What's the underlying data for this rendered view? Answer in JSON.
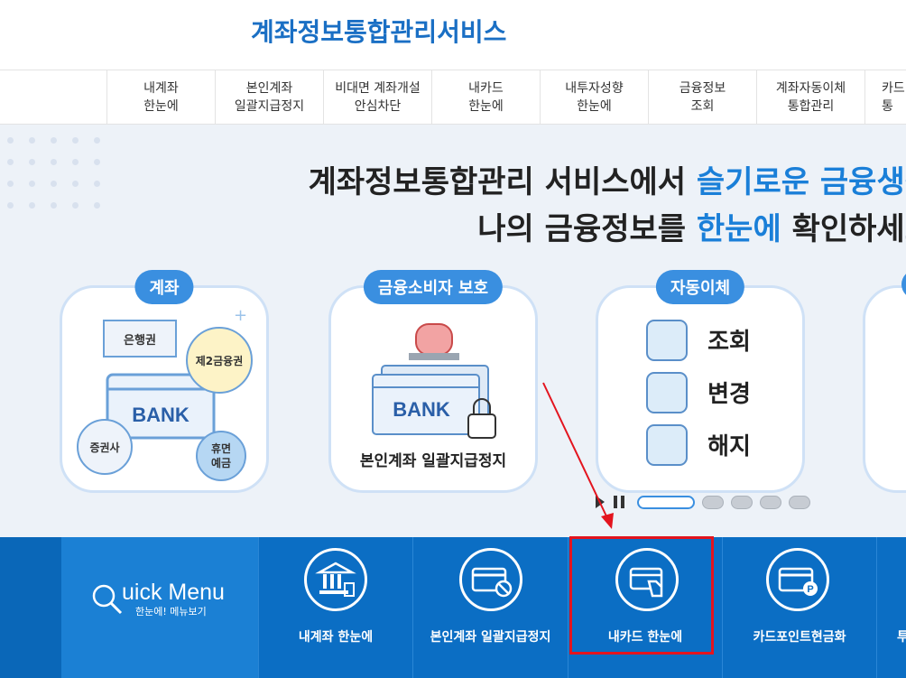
{
  "header": {
    "title": "계좌정보통합관리서비스"
  },
  "nav": {
    "items": [
      {
        "line1": "내계좌",
        "line2": "한눈에"
      },
      {
        "line1": "본인계좌",
        "line2": "일괄지급정지"
      },
      {
        "line1": "비대면 계좌개설",
        "line2": "안심차단"
      },
      {
        "line1": "내카드",
        "line2": "한눈에"
      },
      {
        "line1": "내투자성향",
        "line2": "한눈에"
      },
      {
        "line1": "금융정보",
        "line2": "조회"
      },
      {
        "line1": "계좌자동이체",
        "line2": "통합관리"
      },
      {
        "line1": "카드",
        "line2": "통"
      }
    ]
  },
  "hero": {
    "line1_pre": "계좌정보통합관리 서비스에서 ",
    "line1_hl": "슬기로운 금융생활",
    "line2_pre": "나의 금융정보를 ",
    "line2_hl": "한눈에",
    "line2_post": " 확인하세요",
    "cards": [
      {
        "tag": "계좌",
        "labels": {
          "a": "은행권",
          "b": "제2금융권",
          "c": "BANK",
          "d": "증권사",
          "e": "휴면",
          "f": "예금"
        }
      },
      {
        "tag": "금융소비자 보호",
        "labels": {
          "bank": "BANK",
          "caption": "본인계좌 일괄지급정지"
        }
      },
      {
        "tag": "자동이체",
        "labels": {
          "r1": "조회",
          "r2": "변경",
          "r3": "해지"
        }
      },
      {
        "tag": ""
      }
    ]
  },
  "quick": {
    "title": "uick Menu",
    "title_q": "Q",
    "subtitle": "한눈에! 메뉴보기",
    "items": [
      {
        "label": "내계좌 한눈에",
        "icon": "bank-building-icon"
      },
      {
        "label": "본인계좌 일괄지급정지",
        "icon": "card-blocked-icon"
      },
      {
        "label": "내카드 한눈에",
        "icon": "card-hand-icon"
      },
      {
        "label": "카드포인트현금화",
        "icon": "card-point-icon"
      },
      {
        "label": "투",
        "icon": ""
      }
    ]
  },
  "colors": {
    "brand": "#1a6fc4",
    "quick_bg": "#0b6ec4",
    "highlight": "#e3141e"
  }
}
